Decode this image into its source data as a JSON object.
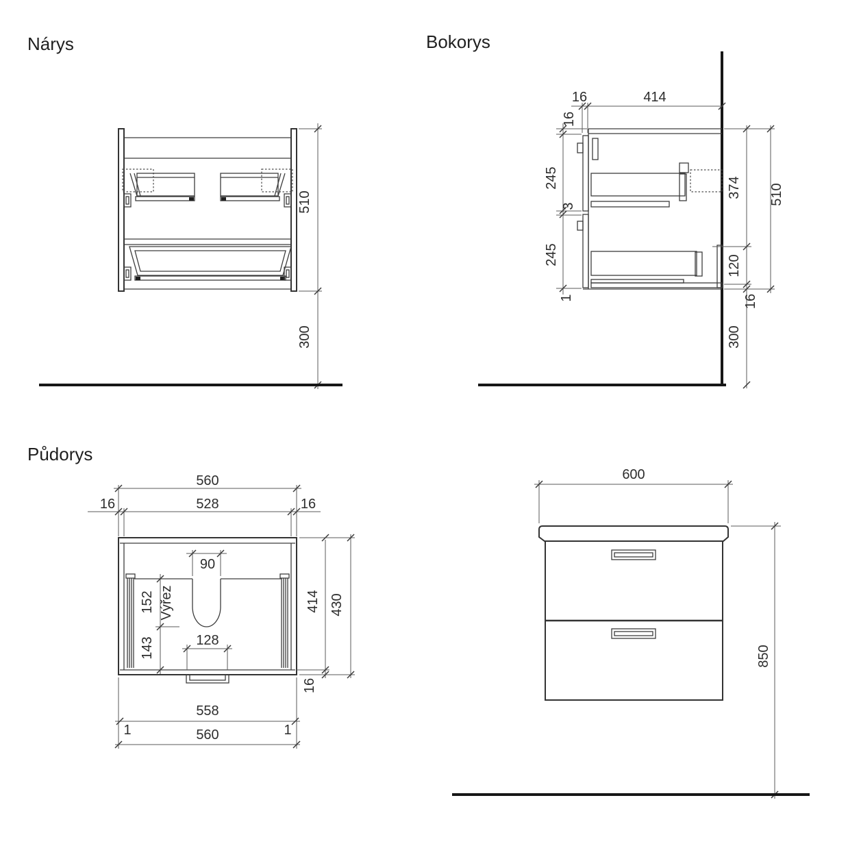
{
  "colors": {
    "background": "#ffffff",
    "thin_line": "#3c3c3c",
    "heavy_line": "#171717",
    "dimension_text": "#2d2d2d"
  },
  "views": {
    "narys": {
      "title": "Nárys",
      "dims": {
        "height": "510",
        "floor_offset": "300"
      }
    },
    "bokorys": {
      "title": "Bokorys",
      "dims": {
        "front_thickness": "16",
        "depth": "414",
        "top_panel": "16",
        "upper_front": "245",
        "front_gap": "3",
        "lower_front": "245",
        "bottom_gap": "1",
        "inner_height": "374",
        "height": "510",
        "back_rail": "120",
        "bottom_panel": "16",
        "floor_offset": "300"
      }
    },
    "pudorys": {
      "title": "Půdorys",
      "dims": {
        "overall_width": "560",
        "inner_width": "528",
        "left_side": "16",
        "right_side": "16",
        "cutout_width": "90",
        "cutout_depth": "152",
        "cutout_label": "Výřez",
        "front_depth": "143",
        "drain_width": "128",
        "inner_depth": "414",
        "overall_depth": "430",
        "back_panel": "16",
        "back_width": "558",
        "bottom_width": "560",
        "left_gap": "1",
        "right_gap": "1"
      }
    },
    "front": {
      "dims": {
        "width": "600",
        "worktop_height": "850"
      }
    }
  }
}
